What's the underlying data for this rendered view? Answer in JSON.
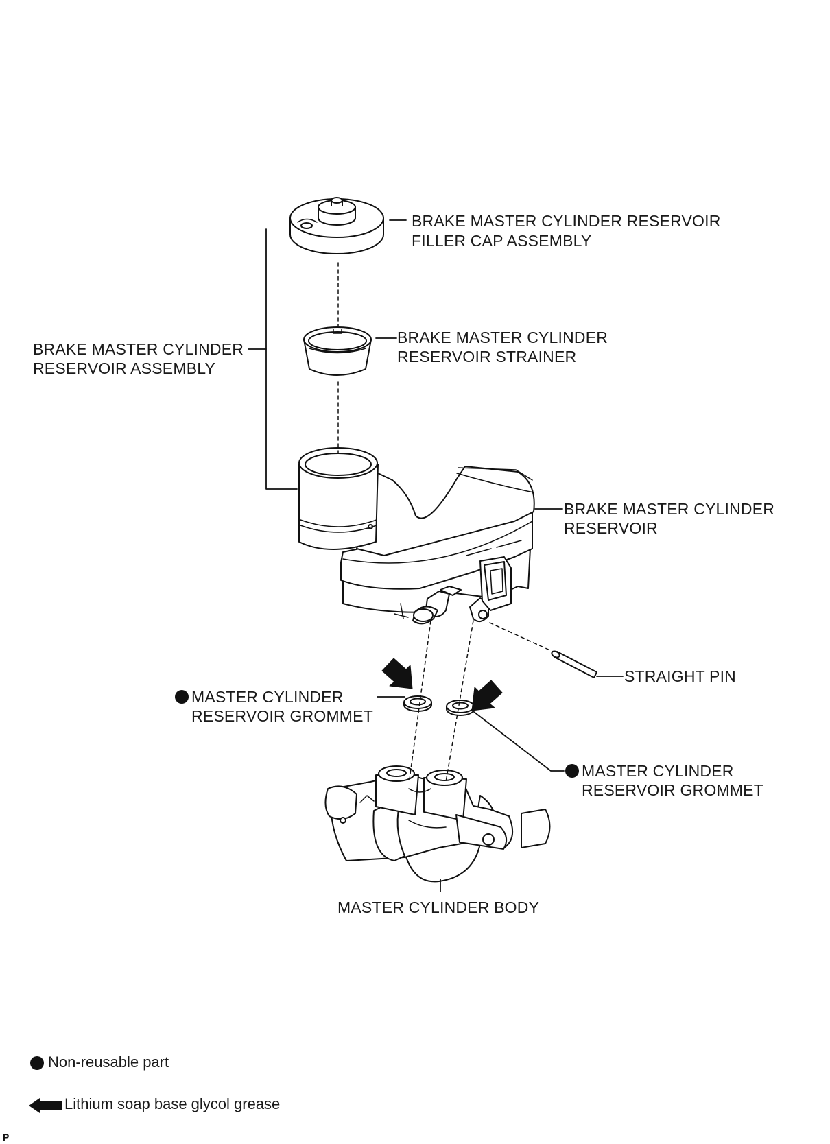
{
  "labels": {
    "filler_cap_1": "BRAKE MASTER CYLINDER RESERVOIR",
    "filler_cap_2": "FILLER CAP ASSEMBLY",
    "reservoir_assembly_1": "BRAKE MASTER CYLINDER",
    "reservoir_assembly_2": "RESERVOIR ASSEMBLY",
    "strainer_1": "BRAKE MASTER CYLINDER",
    "strainer_2": "RESERVOIR STRAINER",
    "reservoir_1": "BRAKE MASTER CYLINDER",
    "reservoir_2": "RESERVOIR",
    "straight_pin": "STRAIGHT PIN",
    "grommet_left_1": "MASTER CYLINDER",
    "grommet_left_2": "RESERVOIR GROMMET",
    "grommet_right_1": "MASTER CYLINDER",
    "grommet_right_2": "RESERVOIR GROMMET",
    "cylinder_body": "MASTER CYLINDER BODY"
  },
  "legend": {
    "non_reusable": "Non-reusable part",
    "grease": "Lithium soap base glycol grease"
  },
  "corner_mark": "P",
  "colors": {
    "ink": "#111111",
    "part_fill": "#ffffff"
  },
  "icons": {
    "non_reusable": "filled-circle-icon",
    "grease": "thick-arrow-left-icon"
  }
}
